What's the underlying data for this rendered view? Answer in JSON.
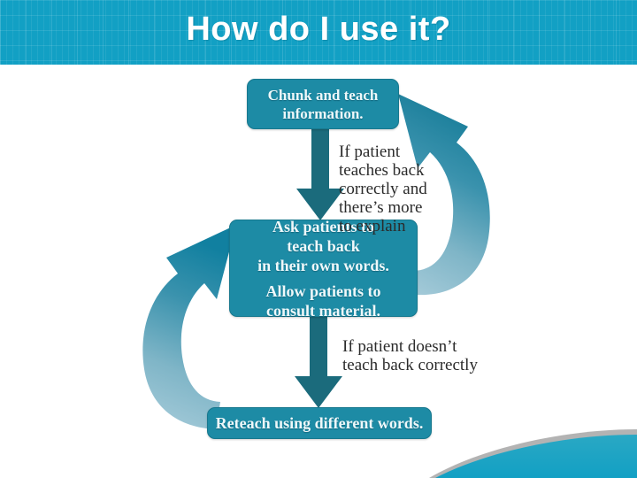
{
  "slide": {
    "title": "How do I use it?",
    "background_color": "#ffffff",
    "header_color": "#12a0c4",
    "accent_color": "#1d8ba5",
    "arrow_dark_color": "#1b6b7c",
    "arrow_light_color": "#7ab6c8"
  },
  "diagram": {
    "type": "flowchart",
    "name": "teach-back-method-flowchart",
    "boxes": [
      {
        "id": "chunk",
        "lines": [
          "Chunk and teach",
          "information."
        ]
      },
      {
        "id": "ask",
        "group_one": [
          "Ask patients to",
          "teach back",
          "in their own words."
        ],
        "group_two": [
          "Allow patients to",
          "consult material."
        ]
      },
      {
        "id": "reteach",
        "lines": [
          "Reteach using different words."
        ]
      }
    ],
    "labels": {
      "yes_branch": [
        "If patient",
        "teaches back",
        "correctly and",
        "there’s more",
        "to explain"
      ],
      "no_branch": [
        "If patient doesn’t",
        "teach back correctly"
      ]
    },
    "connectors": [
      {
        "name": "arrow-chunk-to-ask",
        "direction": "down"
      },
      {
        "name": "arrow-ask-to-reteach",
        "direction": "down"
      },
      {
        "name": "arrow-ask-to-chunk-loop",
        "direction": "curved-up-left"
      },
      {
        "name": "arrow-reteach-to-ask-loop",
        "direction": "curved-up-right"
      }
    ]
  }
}
